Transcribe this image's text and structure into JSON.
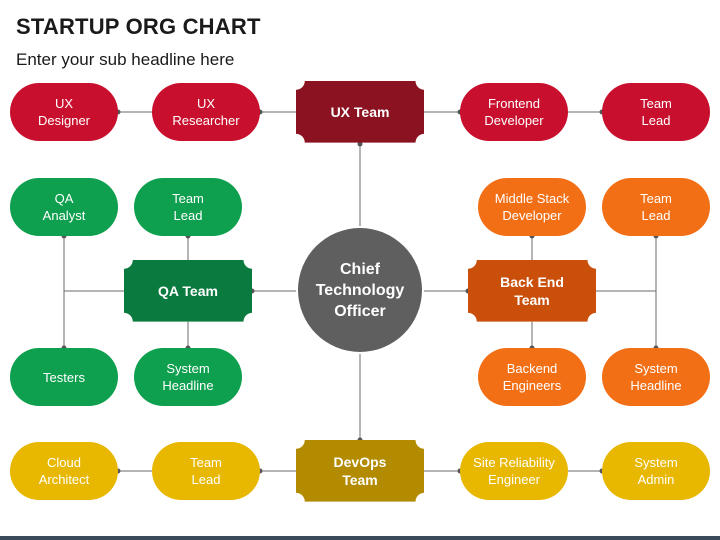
{
  "title": "STARTUP ORG CHART",
  "subtitle": "Enter your sub headline here",
  "colors": {
    "red": "#c8102e",
    "dark_red": "#8b1220",
    "green": "#0e9f4f",
    "dark_green": "#0b7a3e",
    "orange": "#f26f16",
    "dark_orange": "#c94f0a",
    "yellow": "#e8b700",
    "dark_yellow": "#b38b00",
    "center": "#5f5f5f",
    "line": "#6b6b6b"
  },
  "center": {
    "label": "Chief\nTechnology\nOfficer"
  },
  "ux": {
    "team": "UX Team",
    "ux_designer": "UX\nDesigner",
    "ux_researcher": "UX\nResearcher",
    "frontend_developer": "Frontend\nDeveloper",
    "team_lead": "Team\nLead"
  },
  "qa": {
    "team": "QA Team",
    "qa_analyst": "QA\nAnalyst",
    "team_lead": "Team\nLead",
    "testers": "Testers",
    "system_headline": "System\nHeadline"
  },
  "backend": {
    "team": "Back End\nTeam",
    "middle_stack": "Middle Stack\nDeveloper",
    "team_lead": "Team\nLead",
    "backend_engineers": "Backend\nEngineers",
    "system_headline": "System\nHeadline"
  },
  "devops": {
    "team": "DevOps\nTeam",
    "cloud_architect": "Cloud\nArchitect",
    "team_lead": "Team\nLead",
    "sre": "Site Reliability\nEngineer",
    "system_admin": "System\nAdmin"
  }
}
